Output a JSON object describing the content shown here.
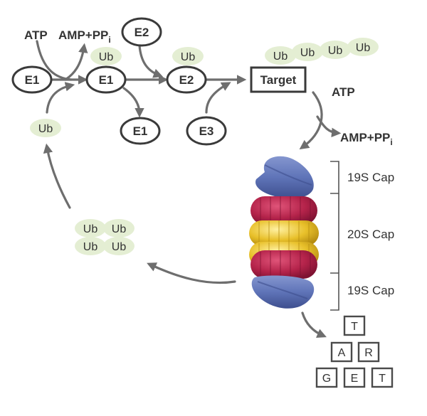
{
  "colors": {
    "arrow": "#6e6e6e",
    "ubiquitin_fill": "#e4eed3",
    "cap_blue": "#5f74b8",
    "ring_red": "#b4234a",
    "ring_yellow": "#e8c02a"
  },
  "labels": {
    "atp_top": "ATP",
    "amp_top": "AMP+PP",
    "amp_top_sub": "i",
    "atp_right": "ATP",
    "amp_right": "AMP+PP",
    "amp_right_sub": "i"
  },
  "enzymes": {
    "e1_start": "E1",
    "e1_loaded": "E1",
    "e1_released": "E1",
    "e2_free": "E2",
    "e2_loaded": "E2",
    "e3": "E3"
  },
  "ubiquitin": {
    "label": "Ub",
    "on_e1": "Ub",
    "on_e2": "Ub",
    "target_chain": [
      "Ub",
      "Ub",
      "Ub",
      "Ub"
    ],
    "recycled": "Ub",
    "released": [
      "Ub",
      "Ub",
      "Ub",
      "Ub"
    ]
  },
  "target": {
    "label": "Target"
  },
  "proteasome": {
    "cap_top": "19S Cap",
    "core": "20S Cap",
    "cap_bottom": "19S Cap"
  },
  "fragments": [
    "T",
    "A",
    "R",
    "G",
    "E",
    "T"
  ]
}
